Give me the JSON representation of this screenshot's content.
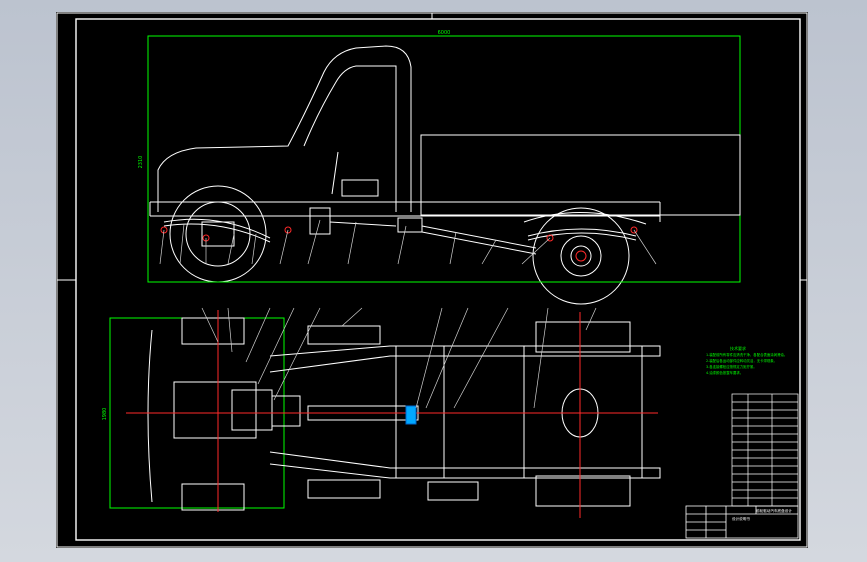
{
  "drawing": {
    "dim_overall_length": "6000",
    "dim_overall_height": "2310",
    "dim_track_width": "1980",
    "title_block_caption": "设计说明书",
    "title_block_header": "前轮驱动汽车底盘设计",
    "tech_requirements_title": "技术要求",
    "tech_requirements": [
      "1.装配前所有零件应清洗干净，各配合表面涂润滑油。",
      "2.装配后各运动部件应转动灵活，无卡滞现象。",
      "3.各连接螺栓应按规定力矩拧紧。",
      "4.油漆颜色按整车要求。"
    ]
  },
  "colors": {
    "background": "#000000",
    "outline": "#ffffff",
    "dimension": "#00ff00",
    "centerline": "#ff2a2a",
    "leader": "#d0d0d0"
  }
}
